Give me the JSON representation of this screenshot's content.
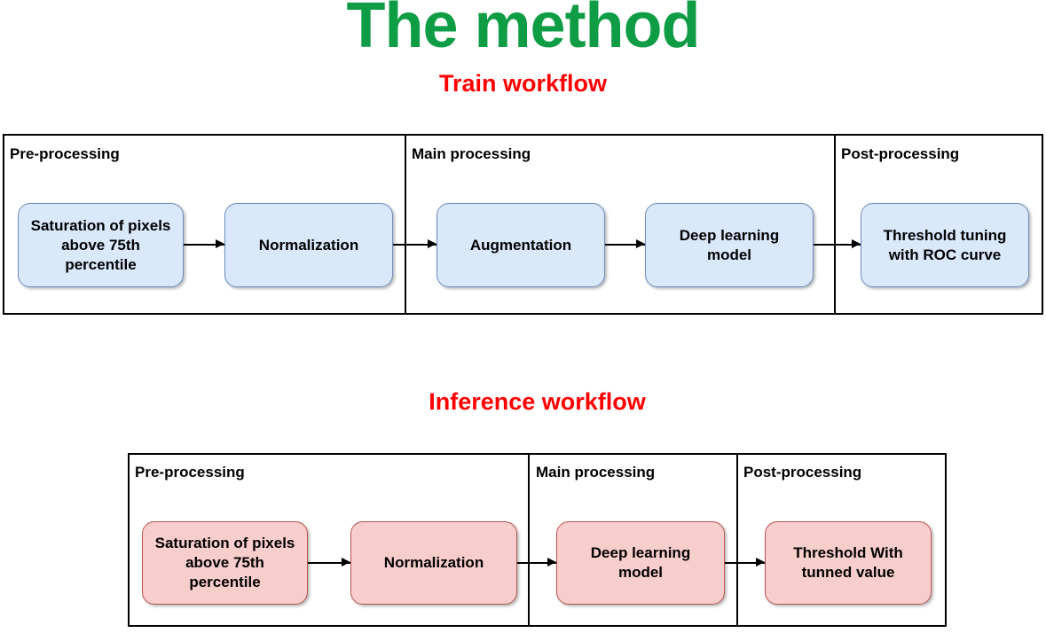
{
  "title": "The method",
  "colors": {
    "title_green": "#0e9d45",
    "heading_red": "#ff0000",
    "train_node_fill": "#dae8fc",
    "train_node_border": "#6c8ebf",
    "inference_node_fill": "#f8cecc",
    "inference_node_border": "#b85450",
    "outline_black": "#000000"
  },
  "train": {
    "heading": "Train workflow",
    "lanes": [
      {
        "label": "Pre-processing"
      },
      {
        "label": "Main processing"
      },
      {
        "label": "Post-processing"
      }
    ],
    "nodes": [
      {
        "label": "Saturation of pixels\nabove 75th\npercentile"
      },
      {
        "label": "Normalization"
      },
      {
        "label": "Augmentation"
      },
      {
        "label": "Deep learning\nmodel"
      },
      {
        "label": "Threshold tuning\nwith ROC curve"
      }
    ]
  },
  "inference": {
    "heading": "Inference workflow",
    "lanes": [
      {
        "label": "Pre-processing"
      },
      {
        "label": "Main processing"
      },
      {
        "label": "Post-processing"
      }
    ],
    "nodes": [
      {
        "label": "Saturation of pixels\nabove 75th\npercentile"
      },
      {
        "label": "Normalization"
      },
      {
        "label": "Deep learning\nmodel"
      },
      {
        "label": "Threshold With\ntunned value"
      }
    ]
  }
}
